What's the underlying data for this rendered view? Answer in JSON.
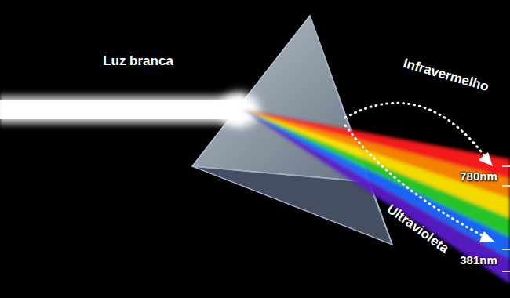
{
  "diagram": {
    "labels": [
      "Luz branca",
      "Infravermelho",
      "Ultravioleta",
      "780nm",
      "381nm"
    ]
  }
}
